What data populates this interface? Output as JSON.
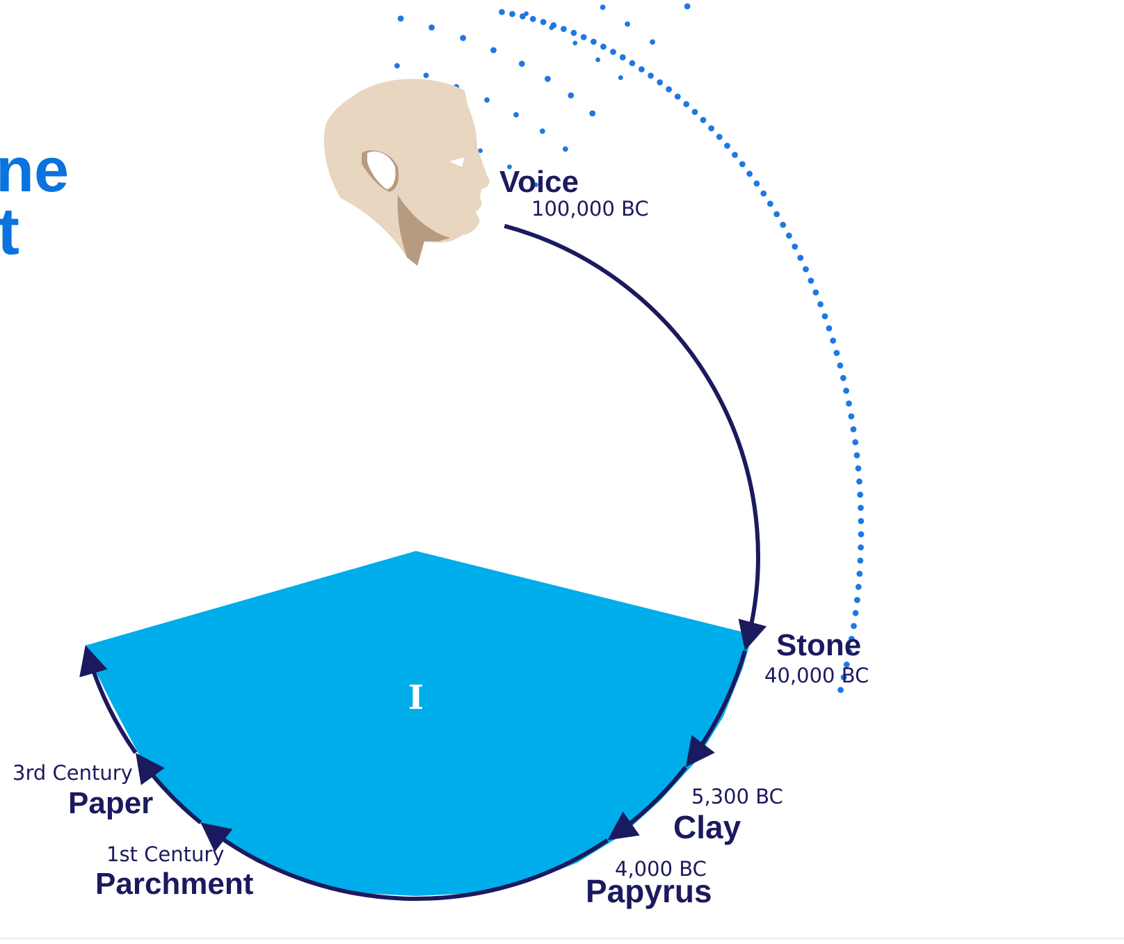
{
  "headline": {
    "line1": "ne",
    "line2": "t"
  },
  "section_numeral": "I",
  "colors": {
    "accent_blue": "#0b73dd",
    "dot_blue": "#1e78e4",
    "wedge_blue": "#00adeb",
    "arrow_navy": "#1c1a5e",
    "skin": "#e8d6c0",
    "shadow": "#b89a80"
  },
  "timeline": [
    {
      "id": "voice",
      "label": "Voice",
      "date": "100,000 BC"
    },
    {
      "id": "stone",
      "label": "Stone",
      "date": "40,000 BC"
    },
    {
      "id": "clay",
      "label": "Clay",
      "date": "5,300 BC"
    },
    {
      "id": "papyrus",
      "label": "Papyrus",
      "date": "4,000 BC"
    },
    {
      "id": "parchment",
      "label": "Parchment",
      "date": "1st Century"
    },
    {
      "id": "paper",
      "label": "Paper",
      "date": "3rd Century"
    }
  ],
  "icons": {
    "head": "human-head-profile-icon",
    "dots": "sound-wave-dots"
  }
}
